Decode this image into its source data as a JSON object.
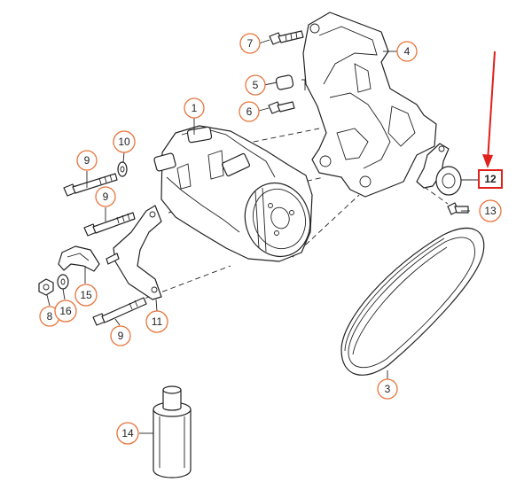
{
  "colors": {
    "callout_ring": "#e8743b",
    "highlight": "#e0201b",
    "line": "#222222"
  },
  "callouts": [
    {
      "id": "c1",
      "label": "1"
    },
    {
      "id": "c3",
      "label": "3"
    },
    {
      "id": "c4",
      "label": "4"
    },
    {
      "id": "c5",
      "label": "5"
    },
    {
      "id": "c6",
      "label": "6"
    },
    {
      "id": "c7",
      "label": "7"
    },
    {
      "id": "c8",
      "label": "8"
    },
    {
      "id": "c9a",
      "label": "9"
    },
    {
      "id": "c9b",
      "label": "9"
    },
    {
      "id": "c9c",
      "label": "9"
    },
    {
      "id": "c10",
      "label": "10"
    },
    {
      "id": "c11",
      "label": "11"
    },
    {
      "id": "c13",
      "label": "13"
    },
    {
      "id": "c14",
      "label": "14"
    },
    {
      "id": "c15",
      "label": "15"
    },
    {
      "id": "c16",
      "label": "16"
    }
  ],
  "highlighted_callout": {
    "id": "c12",
    "label": "12"
  }
}
